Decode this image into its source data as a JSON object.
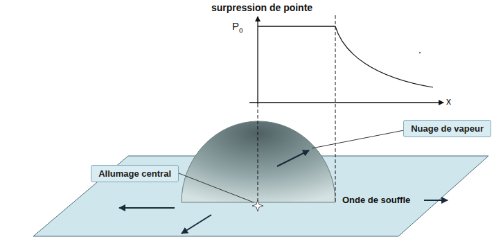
{
  "diagram": {
    "nodes": [
      {
        "text": [
          "Nuage de vapeur"
        ]
      },
      {
        "text": [
          "Allumage central"
        ]
      }
    ],
    "labels": [
      "surpression de pointe",
      "P",
      "o",
      "x",
      "Onde de souffle"
    ]
  }
}
